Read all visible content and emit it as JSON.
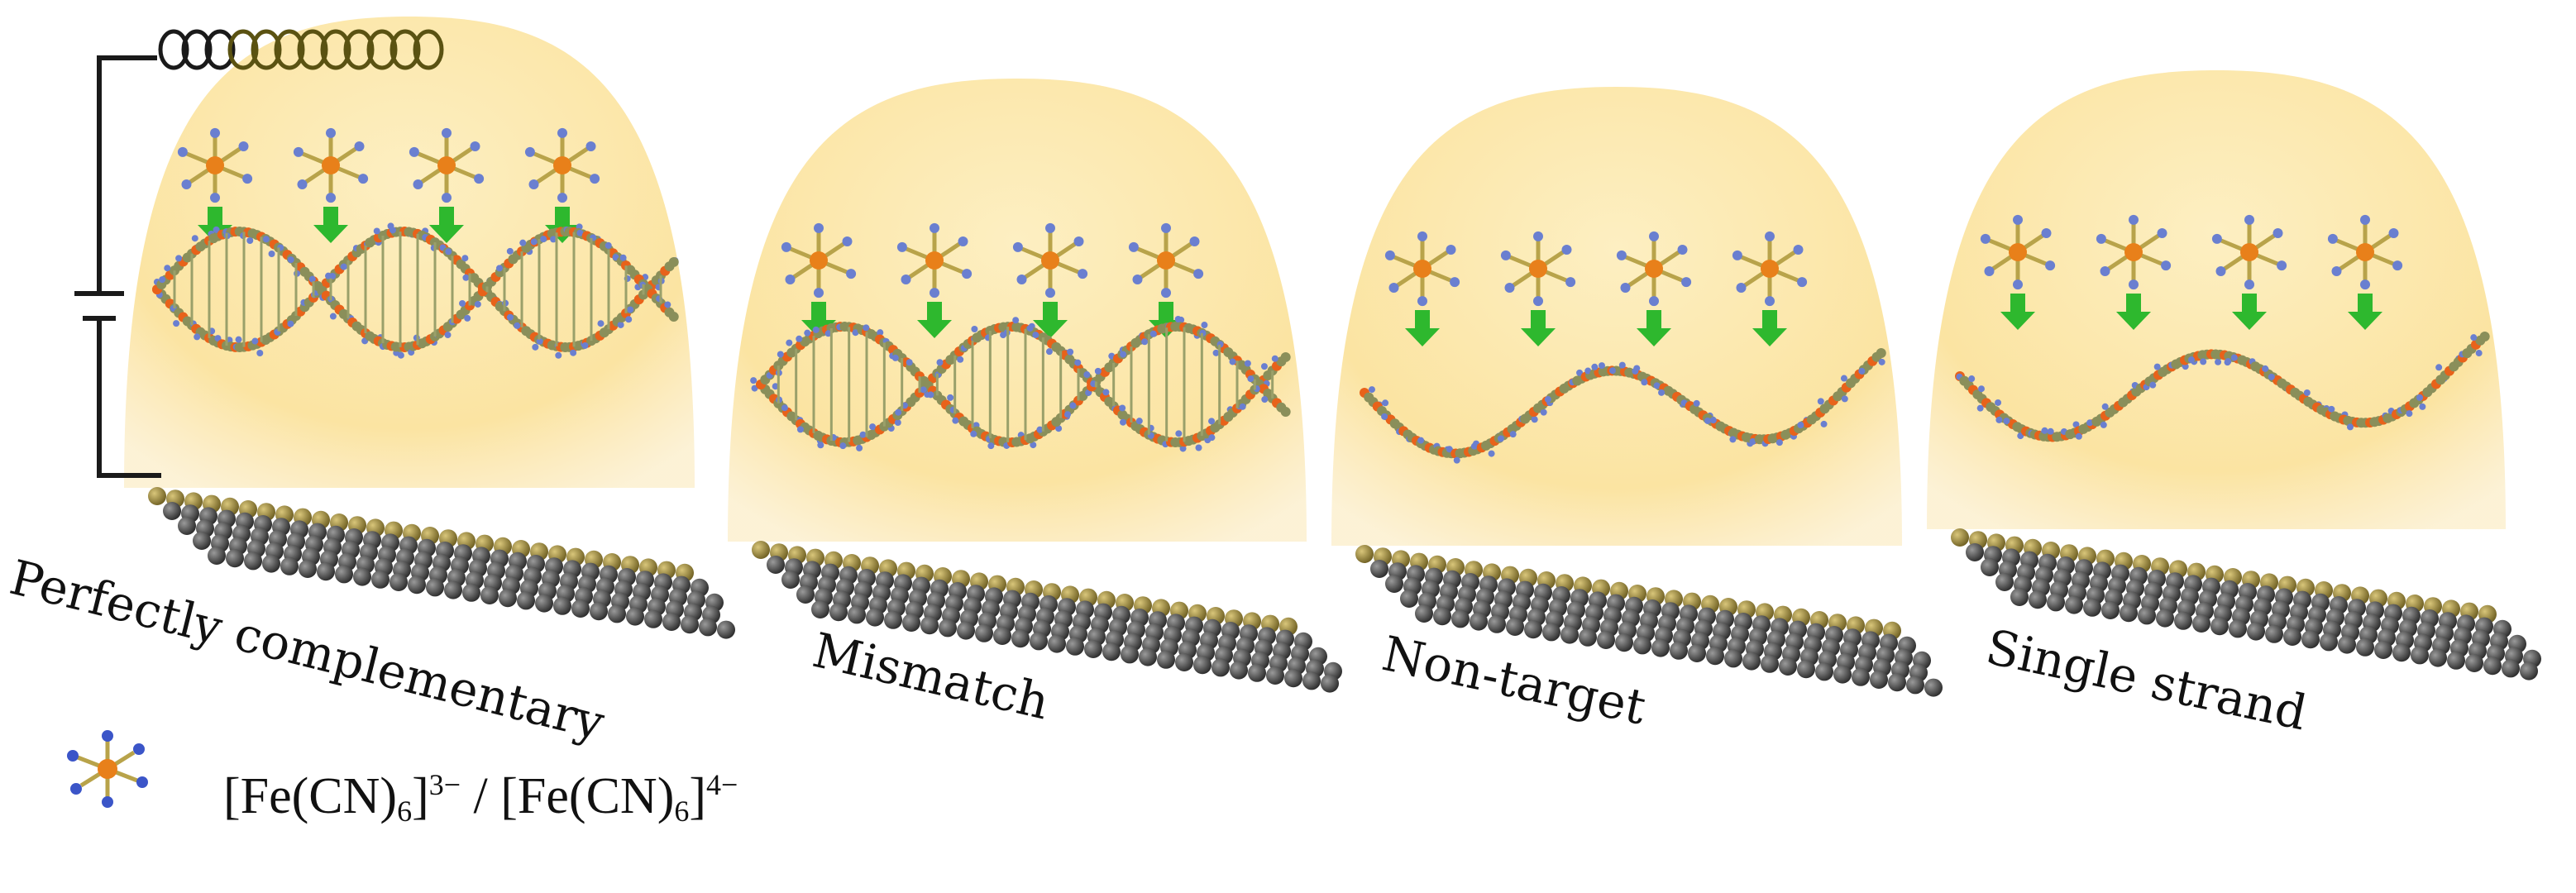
{
  "panels": [
    {
      "label": "Perfectly complementary",
      "state": "double-helix-full"
    },
    {
      "label": "Mismatch",
      "state": "double-helix-partial"
    },
    {
      "label": "Non-target",
      "state": "single-strand-loop"
    },
    {
      "label": "Single strand",
      "state": "single-strand"
    }
  ],
  "legend": {
    "icon": "ferricyanide-molecule-icon",
    "species_a": "[Fe(CN)",
    "sub_a": "6",
    "close_a": "]",
    "charge_a": "3−",
    "separator": " / ",
    "species_b": "[Fe(CN)",
    "sub_b": "6",
    "close_b": "]",
    "charge_b": "4−"
  },
  "colors": {
    "dome": "#fbe6a8",
    "arrow": "#2eb82e",
    "phosphate": "#e8621a",
    "base": "#8a8f5a",
    "nitrogen": "#6a7fd0",
    "gold": "#9a8a3a",
    "graphene": "#3a3a3a",
    "wire": "#1a1a1a"
  }
}
